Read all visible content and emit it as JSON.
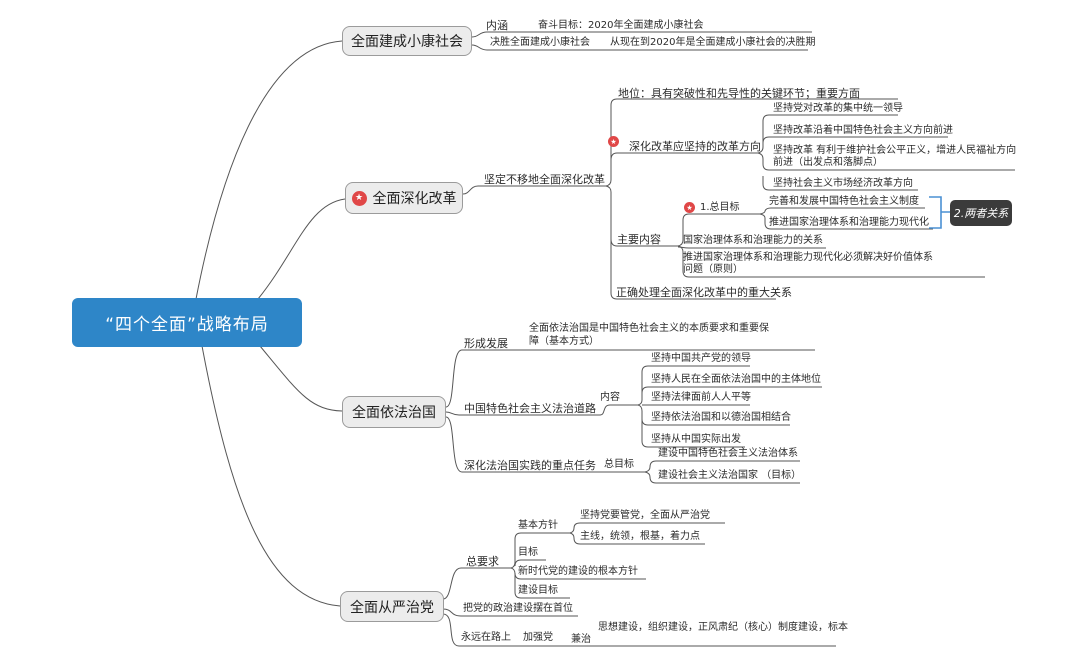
{
  "root": {
    "label": "“四个全面”战略布局"
  },
  "colors": {
    "root_blue": "#2e86c8",
    "branch_box_fill": "#ececec",
    "branch_box_border": "#9b9b9b",
    "line": "#565656",
    "red_marker": "#e04747",
    "bracket_blue": "#4a90d4",
    "dark_box": "#3b3b3b"
  },
  "icons": {
    "star": "★"
  },
  "b1": {
    "box": "全面建成小康社会",
    "neihan": "内涵",
    "fendou": "奋斗目标：2020年全面建成小康社会",
    "juesheng": "决胜全面建成小康社会",
    "juesheng_detail": "从现在到2020年是全面建成小康社会的决胜期"
  },
  "b2": {
    "box": "全面深化改革",
    "jianding": "坚定不移地全面深化改革",
    "diwei": "地位：具有突破性和先导性的关键环节；重要方面",
    "fangxiang": "深化改革应坚持的改革方向",
    "fx_item1": "坚持党对改革的集中统一领导",
    "fx_item2": "坚持改革沿着中国特色社会主义方向前进",
    "fx_item3_l1": "坚持改革 有利于维护社会公平正义，增进人民福祉方向",
    "fx_item3_l2": "前进（出发点和落脚点）",
    "fx_item4": "坚持社会主义市场经济改革方向",
    "zhuyao": "主要内容",
    "zongmubiao": "1.总目标",
    "zmb_item1": "完善和发展中国特色社会主义制度",
    "zmb_item2": "推进国家治理体系和治理能力现代化",
    "liangzhe": "2.两者关系",
    "guanxi": "国家治理体系和治理能力的关系",
    "tuijin_l1": "推进国家治理体系和治理能力现代化必须解决好价值体系",
    "tuijin_l2": "问题（原则）",
    "zhengque": "正确处理全面深化改革中的重大关系"
  },
  "b3": {
    "box": "全面依法治国",
    "xingcheng": "形成发展",
    "xc_l1": "全面依法治国是中国特色社会主义的本质要求和重要保",
    "xc_l2": "障（基本方式）",
    "daolu": "中国特色社会主义法治道路",
    "neirong": "内容",
    "nr_items": [
      "坚持中国共产党的领导",
      "坚持人民在全面依法治国中的主体地位",
      "坚持法律面前人人平等",
      "坚持依法治国和以德治国相结合",
      "坚持从中国实际出发"
    ],
    "shenhua": "深化法治国实践的重点任务",
    "zongmubiao": "总目标",
    "zmb_item1": "建设中国特色社会主义法治体系",
    "zmb_item2": "建设社会主义法治国家 （目标）"
  },
  "b4": {
    "box": "全面从严治党",
    "zongyaoqiu": "总要求",
    "jiben": "基本方针",
    "jb_item1": "坚持党要管党，全面从严治党",
    "jb_item2": "主线，统领，根基，着力点",
    "mubiao": "目标",
    "xinshidai": "新时代党的建设的根本方针",
    "jianshe": "建设目标",
    "zhengzhi": "把党的政治建设摆在首位",
    "yongyuan": "永远在路上",
    "jiaqiang": "加强党",
    "jq_l1": "思想建设，组织建设，正风肃纪（核心）制度建设，标本",
    "jq_l2": "兼治"
  }
}
